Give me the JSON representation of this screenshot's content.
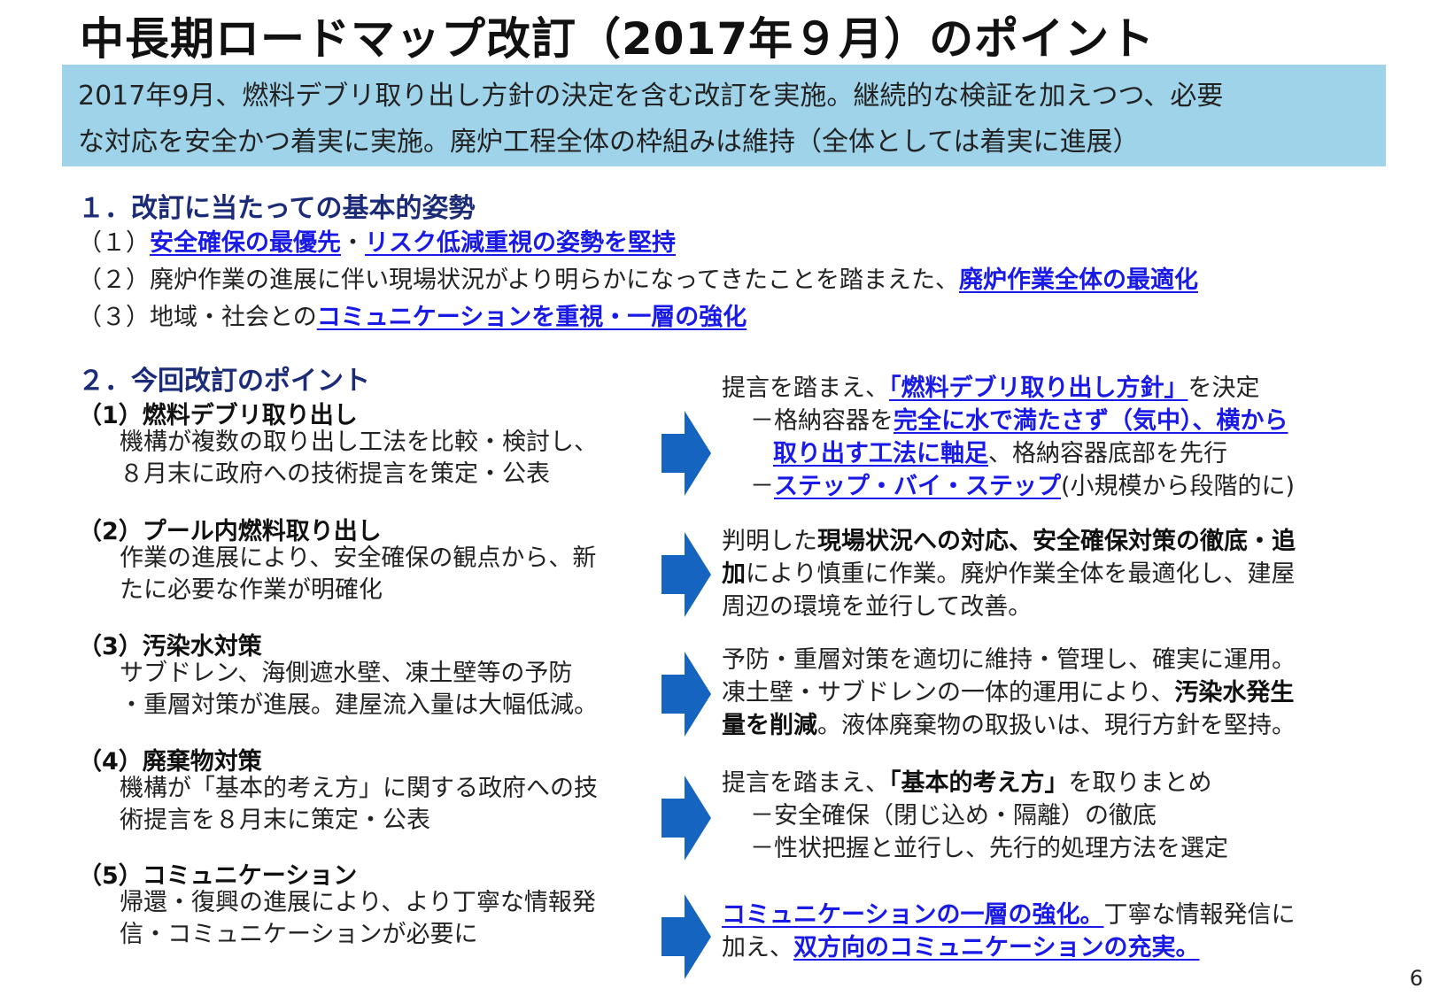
{
  "title": "中長期ロードマップ改訂（2017年９月）のポイント",
  "summary": {
    "line1": "2017年9月、燃料デブリ取り出し方針の決定を含む改訂を実施。継続的な検証を加えつつ、必要",
    "line2": "な対応を安全かつ着実に実施。廃炉工程全体の枠組みは維持（全体としては着実に進展）"
  },
  "section1": {
    "heading": "１．改訂に当たっての基本的姿勢",
    "items": [
      {
        "prefix": "（１）",
        "hl1": "安全確保の最優先",
        "sep": "・",
        "hl2": "リスク低減重視の姿勢を堅持"
      },
      {
        "prefix": "（２）廃炉作業の進展に伴い現場状況がより明らかになってきたことを踏まえた、",
        "hl1": "廃炉作業全体の最適化"
      },
      {
        "prefix": "（３）地域・社会との",
        "hl1": "コミュニケーションを重視・一層の強化"
      }
    ]
  },
  "section2": {
    "heading": "２．今回改訂のポイント",
    "items": [
      {
        "heading": "（1）燃料デブリ取り出し",
        "body": [
          "機構が複数の取り出し工法を比較・検討し、",
          "８月末に政府への技術提言を策定・公表"
        ],
        "right": {
          "l1_a": "提言を踏まえ、",
          "l1_hl": "「燃料デブリ取り出し方針」",
          "l1_b": "を決定",
          "l2_a": "－格納容器を",
          "l2_hl": "完全に水で満たさず（気中）、横から",
          "l3_hl": "取り出す工法に軸足",
          "l3_b": "、格納容器底部を先行",
          "l4_a": "－",
          "l4_hl": "ステップ・バイ・ステップ",
          "l4_b": "(小規模から段階的に)"
        }
      },
      {
        "heading": "（2）プール内燃料取り出し",
        "body": [
          "作業の進展により、安全確保の観点から、新",
          "たに必要な作業が明確化"
        ],
        "right": {
          "l1_a": "判明した",
          "l1_bold": "現場状況への対応、安全確保対策の徹底・追",
          "l2_bold": "加",
          "l2_b": "により慎重に作業。廃炉作業全体を最適化し、建屋",
          "l3": "周辺の環境を並行して改善。"
        }
      },
      {
        "heading": "（3）汚染水対策",
        "body": [
          "サブドレン、海側遮水壁、凍土壁等の予防",
          "・重層対策が進展。建屋流入量は大幅低減。"
        ],
        "right": {
          "l1": "予防・重層対策を適切に維持・管理し、確実に運用。",
          "l2_a": "凍土壁・サブドレンの一体的運用により、",
          "l2_bold": "汚染水発生",
          "l3_bold": "量を削減",
          "l3_b": "。液体廃棄物の取扱いは、現行方針を堅持。"
        }
      },
      {
        "heading": "（4）廃棄物対策",
        "body": [
          "機構が「基本的考え方」に関する政府への技",
          "術提言を８月末に策定・公表"
        ],
        "right": {
          "l1_a": "提言を踏まえ、",
          "l1_bold": "「基本的考え方」",
          "l1_b": "を取りまとめ",
          "l2": "－安全確保（閉じ込め・隔離）の徹底",
          "l3": "－性状把握と並行し、先行的処理方法を選定"
        }
      },
      {
        "heading": "（5）コミュニケーション",
        "body": [
          "帰還・復興の進展により、より丁寧な情報発",
          "信・コミュニケーションが必要に"
        ],
        "right": {
          "l1_hl": "コミュニケーションの一層の強化。",
          "l1_b": "丁寧な情報発信に",
          "l2_a": "加え、",
          "l2_hl": "双方向のコミュニケーションの充実。"
        }
      }
    ]
  },
  "page_number": "6",
  "colors": {
    "summary_bg": "#9ed3ea",
    "heading": "#1c2b78",
    "highlight": "#1a1ae6",
    "arrow": "#1565c0"
  }
}
